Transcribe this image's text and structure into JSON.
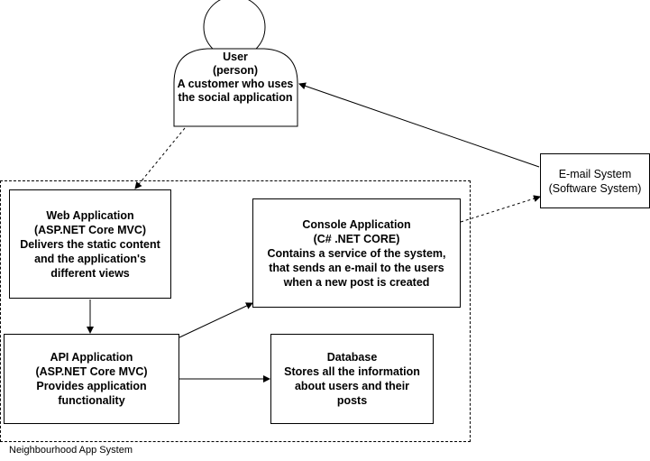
{
  "user": {
    "name": "User",
    "type": "(person)",
    "description_lines": [
      "A customer who uses",
      "the social application"
    ]
  },
  "email_system": {
    "name": "E-mail System",
    "type": "(Software System)"
  },
  "boundary": {
    "label": "Neighbourhood App System"
  },
  "web_app": {
    "name": "Web Application",
    "tech": "(ASP.NET Core MVC)",
    "description_lines": [
      "Delivers the static content",
      "and the application's",
      "different views"
    ]
  },
  "console_app": {
    "name": "Console Application",
    "tech": "(C# .NET CORE)",
    "description_lines": [
      "Contains a service of the system,",
      "that sends an e-mail to the users",
      "when a new post is created"
    ]
  },
  "api_app": {
    "name": "API Application",
    "tech": "(ASP.NET Core MVC)",
    "description_lines": [
      "Provides application",
      "functionality"
    ]
  },
  "database": {
    "name": "Database",
    "description_lines": [
      "Stores all the information",
      "about users and their",
      "posts"
    ]
  },
  "colors": {
    "stroke": "#000000",
    "background": "#ffffff"
  }
}
